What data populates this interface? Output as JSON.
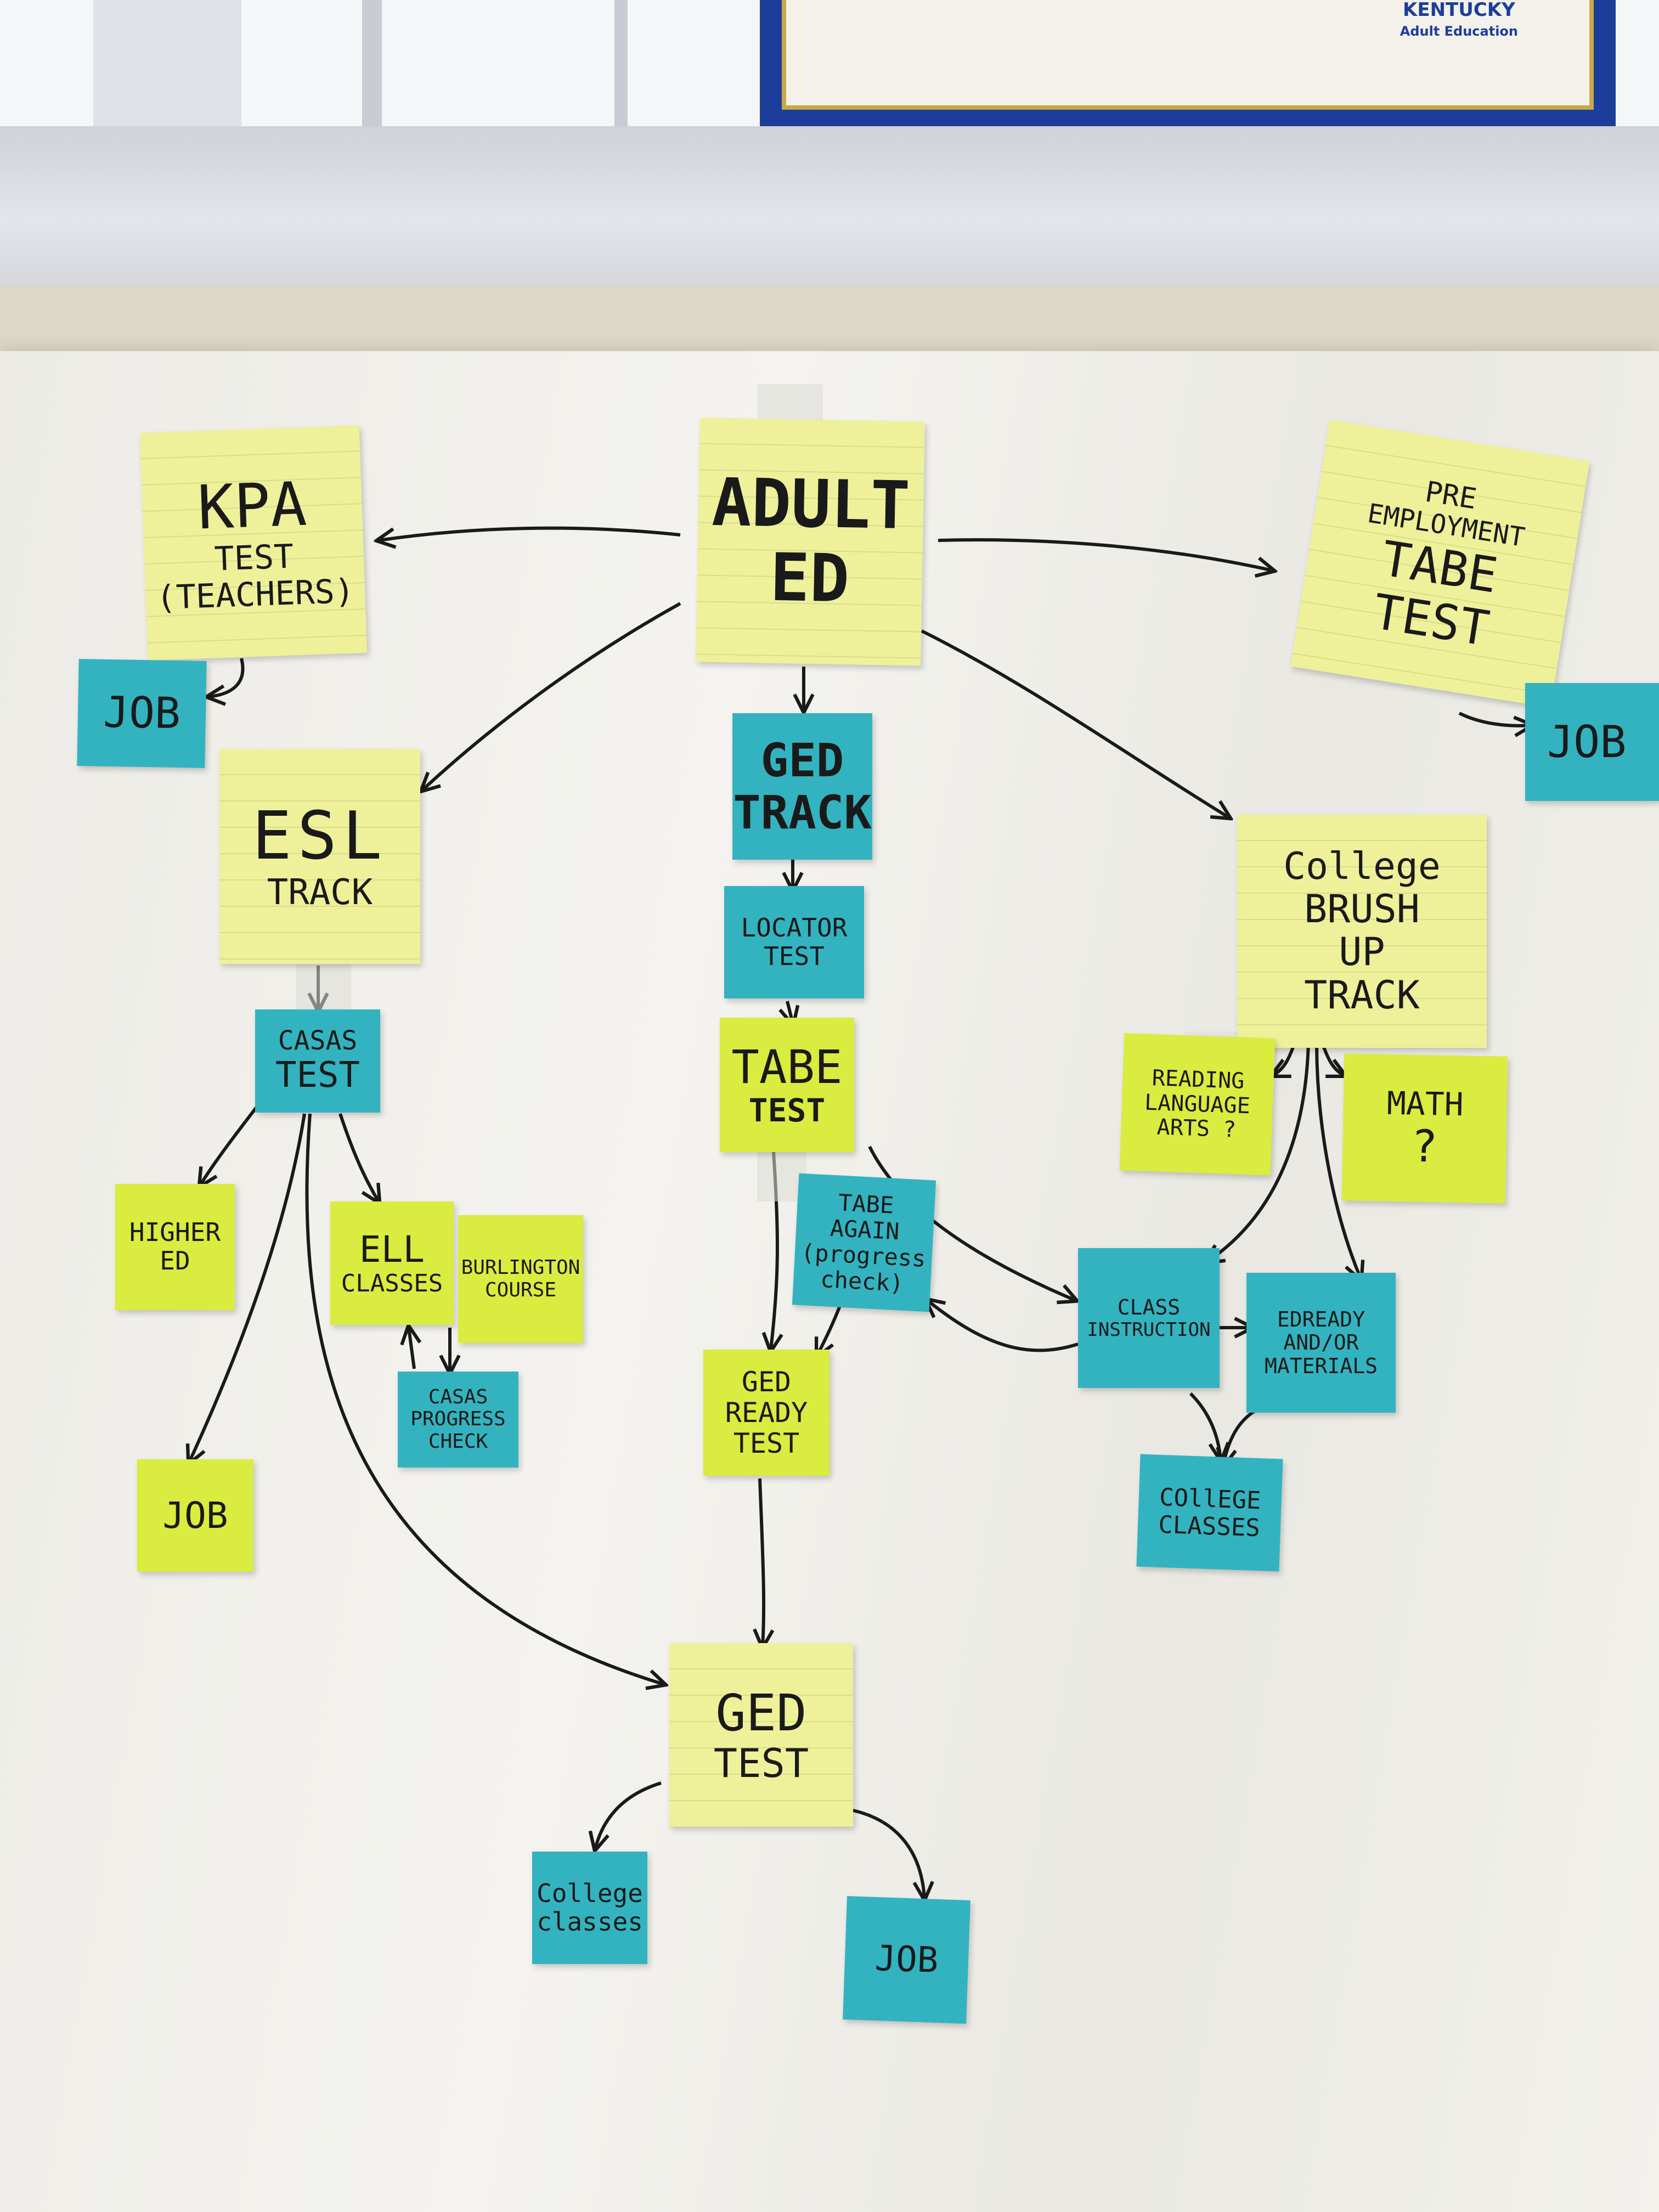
{
  "colors": {
    "yellow_note": "#eef19a",
    "lime_note": "#d9ec3f",
    "teal_note": "#33b3c0",
    "ink": "#1a1a1a",
    "certificate_blue": "#1d3d9a"
  },
  "certificate": {
    "logo_line1": "KENTUCKY",
    "logo_line2": "Adult Education"
  },
  "notes": {
    "adult_ed": [
      "ADULT",
      "ED"
    ],
    "kpa_test": [
      "KPA",
      "TEST",
      "(TEACHERS)"
    ],
    "pre_employment": [
      "PRE",
      "EMPLOYMENT",
      "TABE",
      "TEST"
    ],
    "job_kpa": [
      "JOB"
    ],
    "job_pre": [
      "JOB"
    ],
    "esl_track": [
      "ESL",
      "TRACK"
    ],
    "ged_track": [
      "GED",
      "TRACK"
    ],
    "college_track": [
      "College",
      "BRUSH",
      "UP",
      "TRACK"
    ],
    "locator_test": [
      "LOCATOR",
      "TEST"
    ],
    "casas_test": [
      "CASAS",
      "TEST"
    ],
    "tabe_test": [
      "TABE",
      "TEST"
    ],
    "reading": [
      "READING",
      "LANGUAGE",
      "ARTS ?"
    ],
    "math": [
      "MATH",
      "?"
    ],
    "higher_ed": [
      "HIGHER",
      "ED"
    ],
    "ell_classes": [
      "ELL",
      "CLASSES"
    ],
    "burlington": [
      "BURLINGTON",
      "COURSE"
    ],
    "tabe_again": [
      "TABE",
      "AGAIN",
      "(progress",
      "check)"
    ],
    "class_instruction": [
      "CLASS",
      "INSTRUCTION"
    ],
    "edready": [
      "EDREADY",
      "AND/OR",
      "MATERIALS"
    ],
    "casas_progress": [
      "CASAS",
      "PROGRESS",
      "CHECK"
    ],
    "ged_ready": [
      "GED",
      "READY",
      "TEST"
    ],
    "college_classes_right": [
      "COllEGE",
      "CLASSES"
    ],
    "job_esl": [
      "JOB"
    ],
    "ged_test": [
      "GED",
      "TEST"
    ],
    "college_classes_bottom": [
      "College",
      "classes"
    ],
    "job_bottom": [
      "JOB"
    ]
  },
  "edges": [
    [
      "adult_ed",
      "kpa_test"
    ],
    [
      "adult_ed",
      "pre_employment"
    ],
    [
      "adult_ed",
      "esl_track"
    ],
    [
      "adult_ed",
      "ged_track"
    ],
    [
      "adult_ed",
      "college_track"
    ],
    [
      "kpa_test",
      "job_kpa"
    ],
    [
      "pre_employment",
      "job_pre"
    ],
    [
      "esl_track",
      "casas_test"
    ],
    [
      "ged_track",
      "locator_test"
    ],
    [
      "locator_test",
      "tabe_test"
    ],
    [
      "casas_test",
      "higher_ed"
    ],
    [
      "casas_test",
      "ell_classes"
    ],
    [
      "casas_test",
      "job_esl"
    ],
    [
      "casas_test",
      "ged_test"
    ],
    [
      "ell_classes",
      "casas_progress"
    ],
    [
      "casas_progress",
      "ell_classes"
    ],
    [
      "tabe_test",
      "ged_ready"
    ],
    [
      "tabe_test",
      "class_instruction"
    ],
    [
      "tabe_again",
      "ged_ready"
    ],
    [
      "class_instruction",
      "tabe_again"
    ],
    [
      "class_instruction",
      "edready"
    ],
    [
      "college_track",
      "reading"
    ],
    [
      "college_track",
      "math"
    ],
    [
      "college_track",
      "class_instruction"
    ],
    [
      "college_track",
      "edready"
    ],
    [
      "edready",
      "college_classes_right"
    ],
    [
      "class_instruction",
      "college_classes_right"
    ],
    [
      "ged_ready",
      "ged_test"
    ],
    [
      "ged_test",
      "college_classes_bottom"
    ],
    [
      "ged_test",
      "job_bottom"
    ]
  ]
}
